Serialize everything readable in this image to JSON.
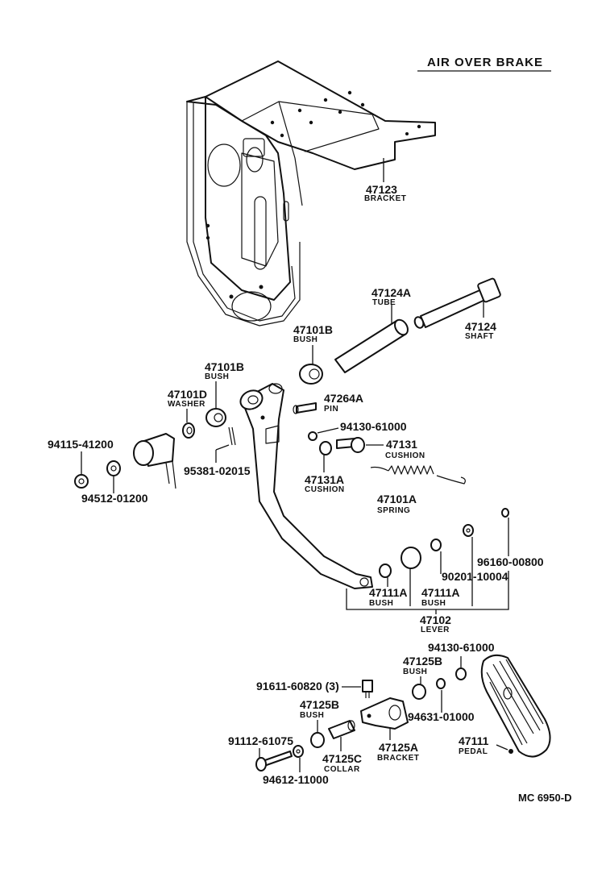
{
  "title": "AIR OVER BRAKE",
  "code": "MC  6950-D",
  "parts": {
    "bracket_47123": {
      "no": "47123",
      "name": "BRACKET"
    },
    "tube_47124A": {
      "no": "47124A",
      "name": "TUBE"
    },
    "shaft_47124": {
      "no": "47124",
      "name": "SHAFT"
    },
    "bush_47101B_upper": {
      "no": "47101B",
      "name": "BUSH"
    },
    "bush_47101B_left": {
      "no": "47101B",
      "name": "BUSH"
    },
    "washer_47101D": {
      "no": "47101D",
      "name": "WASHER"
    },
    "pin_47264A": {
      "no": "47264A",
      "name": "PIN"
    },
    "nut_94130_upper": {
      "no": "94130-61000"
    },
    "cushion_47131": {
      "no": "47131",
      "name": "CUSHION"
    },
    "cushion_47131A": {
      "no": "47131A",
      "name": "CUSHION"
    },
    "spring_47101A": {
      "no": "47101A",
      "name": "SPRING"
    },
    "bolt_94115": {
      "no": "94115-41200"
    },
    "washer_94512": {
      "no": "94512-01200"
    },
    "pin_95381": {
      "no": "95381-02015"
    },
    "cotter_96160": {
      "no": "96160-00800"
    },
    "washer_90201": {
      "no": "90201-10004"
    },
    "bush_47111A_left": {
      "no": "47111A",
      "name": "BUSH"
    },
    "bush_47111A_right": {
      "no": "47111A",
      "name": "BUSH"
    },
    "lever_47102": {
      "no": "47102",
      "name": "LEVER"
    },
    "nut_94130_lower": {
      "no": "94130-61000"
    },
    "bush_47125B_upper": {
      "no": "47125B",
      "name": "BUSH"
    },
    "bolt_91611": {
      "no": "91611-60820 (3)"
    },
    "bush_47125B_lower": {
      "no": "47125B",
      "name": "BUSH"
    },
    "washer_94631": {
      "no": "94631-01000"
    },
    "bolt_91112": {
      "no": "91112-61075"
    },
    "collar_47125C": {
      "no": "47125C",
      "name": "COLLAR"
    },
    "bracket_47125A": {
      "no": "47125A",
      "name": "BRACKET"
    },
    "pedal_47111": {
      "no": "47111",
      "name": "PEDAL"
    },
    "washer_94612": {
      "no": "94612-11000"
    }
  }
}
